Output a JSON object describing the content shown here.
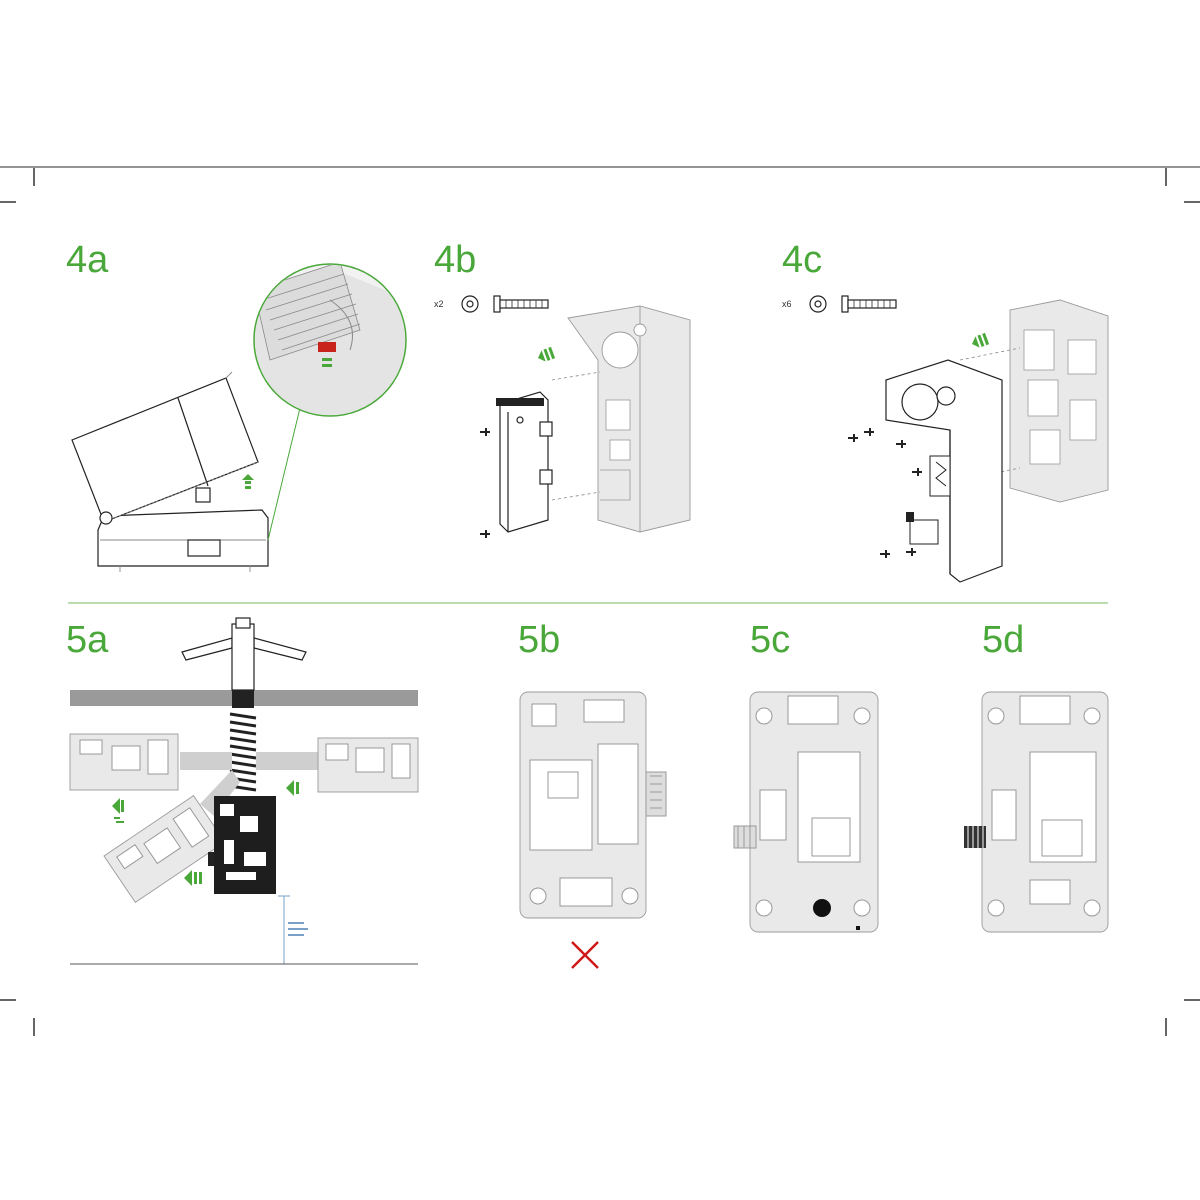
{
  "steps": {
    "s4a": "4a",
    "s4b": "4b",
    "s4c": "4c",
    "s5a": "5a",
    "s5b": "5b",
    "s5c": "5c",
    "s5d": "5d"
  },
  "hardware": {
    "qty_4b": "x2",
    "qty_4c": "x6"
  },
  "colors": {
    "accent": "#4aa83a",
    "warning": "#d01818",
    "highlight": "#c8241c",
    "line": "#222222",
    "light": "#8a8a8a"
  },
  "icons": [
    "washer-icon",
    "screw-icon",
    "push-direction-icon",
    "cross-icon",
    "drill-bit-icon"
  ]
}
